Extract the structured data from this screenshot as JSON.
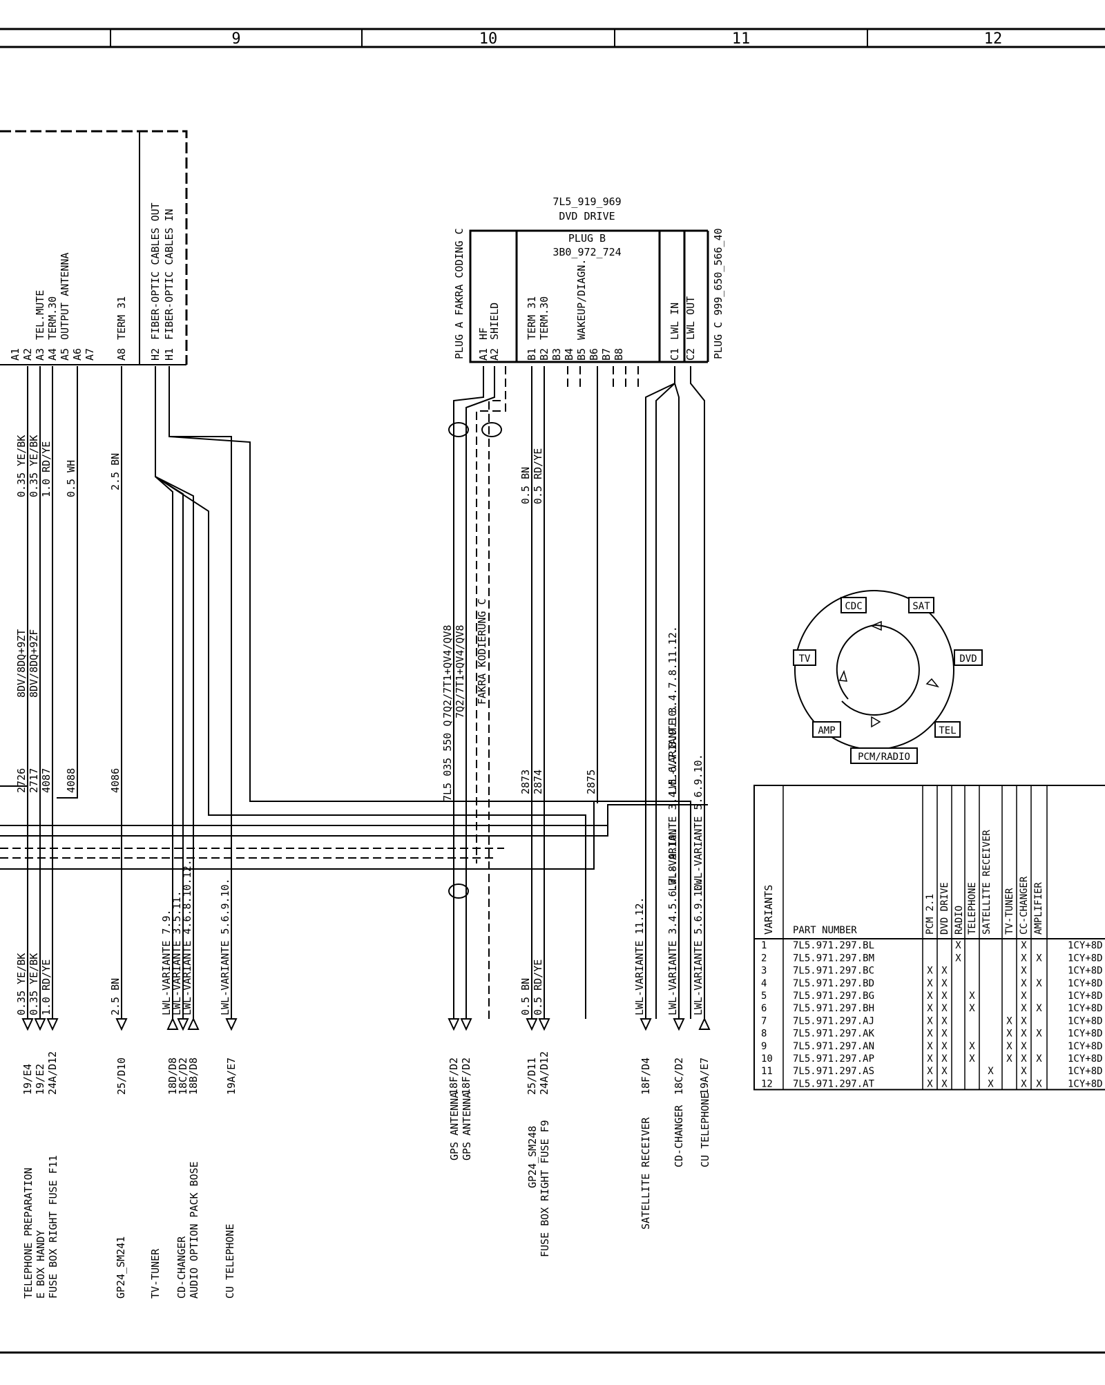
{
  "colors": {
    "ink": "#000000",
    "paper": "#ffffff"
  },
  "grid": {
    "cols": [
      "9",
      "10",
      "11",
      "12"
    ]
  },
  "left_module": {
    "pins": [
      {
        "pin": "A1",
        "label": ""
      },
      {
        "pin": "A2",
        "label": ""
      },
      {
        "pin": "A3",
        "label": "TEL.MUTE"
      },
      {
        "pin": "A4",
        "label": "TERM.30"
      },
      {
        "pin": "A5",
        "label": "OUTPUT  ANTENNA"
      },
      {
        "pin": "A6",
        "label": ""
      },
      {
        "pin": "A7",
        "label": ""
      },
      {
        "pin": "A8",
        "label": "TERM 31"
      }
    ],
    "fiber_pins": [
      {
        "pin": "H2",
        "label": "FIBER-OPTIC CABLES OUT"
      },
      {
        "pin": "H1",
        "label": "FIBER-OPTIC CABLES IN"
      }
    ]
  },
  "left_wires": {
    "upper_labels": [
      "0.35 YE/BK",
      "0.35 YE/BK",
      "1.0 RD/YE",
      "0.5 WH"
    ],
    "term31_upper": "2.5 BN",
    "option_codes": [
      "8DV/8DQ+9ZT",
      "8DV/8DQ+9ZF"
    ],
    "wire_numbers": [
      "2726",
      "2717",
      "4087",
      "4088"
    ],
    "term31_number": "4086",
    "lower_labels": [
      "0.35 YE/BK",
      "0.35 YE/BK",
      "1.0 RD/YE"
    ],
    "term31_lower": "2.5 BN",
    "lwl_variants": [
      "LWL-VARIANTE  7.9.",
      "LWL-VARIANTE  3.5.11.",
      "LWL-VARIANTE  4.6.8.10.12.",
      "LWL-VARIANTE  5.6.9.10."
    ]
  },
  "destinations_left": [
    {
      "ref": "19/E4",
      "name": "TELEPHONE PREPARATION"
    },
    {
      "ref": "19/E2",
      "name": "E BOX HANDY"
    },
    {
      "ref": "24A/D12",
      "name": "FUSE BOX RIGHT FUSE F11"
    },
    {
      "ref": "25/D10",
      "name": "GP24_SM241"
    },
    {
      "ref": "18D/D8",
      "name": "TV-TUNER"
    },
    {
      "ref": "18C/D2",
      "name": "CD-CHANGER"
    },
    {
      "ref": "18B/D8",
      "name": "AUDIO OPTION PACK BOSE"
    },
    {
      "ref": "19A/E7",
      "name": "CU TELEPHONE"
    }
  ],
  "dvd": {
    "part": "7L5_919_969",
    "name": "DVD DRIVE",
    "plug_a_label": "PLUG A  FAKRA  CODING  C",
    "plug_a_pins": [
      {
        "pin": "A1",
        "label": "HF"
      },
      {
        "pin": "A2",
        "label": "SHIELD"
      }
    ],
    "plug_b_title": "PLUG B",
    "plug_b_part": "3B0_972_724",
    "plug_b_pins": [
      {
        "pin": "B1",
        "label": "TERM 31"
      },
      {
        "pin": "B2",
        "label": "TERM.30"
      },
      {
        "pin": "B3",
        "label": ""
      },
      {
        "pin": "B4",
        "label": ""
      },
      {
        "pin": "B5",
        "label": "WAKEUP/DIAGN."
      },
      {
        "pin": "B6",
        "label": ""
      },
      {
        "pin": "B7",
        "label": ""
      },
      {
        "pin": "B8",
        "label": ""
      }
    ],
    "plug_c_label": "PLUG C  999_650_566_40",
    "plug_c_pins": [
      {
        "pin": "C1",
        "label": "LWL IN"
      },
      {
        "pin": "C2",
        "label": "LWL OUT"
      }
    ]
  },
  "dvd_wires": {
    "b_upper_labels": [
      "0.5 BN",
      "0.5 RD/YE"
    ],
    "antenna_part": "7L5_035_550_Q",
    "antenna_codes": [
      "7Q2/7T1+QV4/QV8",
      "7Q2/7T1+QV4/QV8"
    ],
    "fakra": "FAKRA KODIERUNG C",
    "lwl_upper": "LWL-VARIANTE  3.4.7.8.11.12.",
    "wire_numbers": [
      "2873",
      "2874",
      "2875"
    ],
    "b_lower_labels": [
      "0.5 BN",
      "0.5 RD/YE"
    ],
    "lwl_lower": [
      "LWL-VARIANTE  11.12.",
      "LWL-VARIANTE  3.4.5.6.7.8.9.10.",
      "LWL-VARIANTE  5.6.9.10."
    ],
    "lwl_mid": [
      "LWL-VARIANTE  3.4.5.6.7.8.9.10.",
      "LWL-VARIANTE  5.6.9.10."
    ]
  },
  "destinations_right": [
    {
      "ref": "18F/D2",
      "name": "GPS  ANTENNA"
    },
    {
      "ref": "18F/D2",
      "name": "GPS  ANTENNA"
    },
    {
      "ref": "25/D11",
      "name": "GP24_SM248"
    },
    {
      "ref": "24A/D12",
      "name": "FUSE BOX RIGHT FUSE F9"
    },
    {
      "ref": "18F/D4",
      "name": "SATELLITE RECEIVER"
    },
    {
      "ref": "18C/D2",
      "name": "CD-CHANGER"
    },
    {
      "ref": "19A/E7",
      "name": "CU TELEPHONE"
    }
  ],
  "ring": {
    "nodes": [
      "CDC",
      "SAT",
      "DVD",
      "TEL",
      "PCM/RADIO",
      "AMP",
      "TV"
    ]
  },
  "variants_table": {
    "variants_header": "VARIANTS",
    "part_header": "PART NUMBER",
    "columns": [
      "PCM 2.1",
      "DVD DRIVE",
      "RADIO",
      "TELEPHONE",
      "SATELLITE  RECEIVER",
      "TV-TUNER",
      "CC-CHANGER",
      "AMPLIFIER"
    ],
    "rows": [
      {
        "n": "1",
        "part": "7L5.971.297.BL",
        "marks": [
          "",
          "",
          "X",
          "",
          "",
          "",
          "X",
          ""
        ],
        "code": "1CY+8D"
      },
      {
        "n": "2",
        "part": "7L5.971.297.BM",
        "marks": [
          "",
          "",
          "X",
          "",
          "",
          "",
          "X",
          "X"
        ],
        "code": "1CY+8D"
      },
      {
        "n": "3",
        "part": "7L5.971.297.BC",
        "marks": [
          "X",
          "X",
          "",
          "",
          "",
          "",
          "X",
          ""
        ],
        "code": "1CY+8D"
      },
      {
        "n": "4",
        "part": "7L5.971.297.BD",
        "marks": [
          "X",
          "X",
          "",
          "",
          "",
          "",
          "X",
          "X"
        ],
        "code": "1CY+8D"
      },
      {
        "n": "5",
        "part": "7L5.971.297.BG",
        "marks": [
          "X",
          "X",
          "",
          "X",
          "",
          "",
          "X",
          ""
        ],
        "code": "1CY+8D"
      },
      {
        "n": "6",
        "part": "7L5.971.297.BH",
        "marks": [
          "X",
          "X",
          "",
          "X",
          "",
          "",
          "X",
          "X"
        ],
        "code": "1CY+8D"
      },
      {
        "n": "7",
        "part": "7L5.971.297.AJ",
        "marks": [
          "X",
          "X",
          "",
          "",
          "",
          "X",
          "X",
          ""
        ],
        "code": "1CY+8D"
      },
      {
        "n": "8",
        "part": "7L5.971.297.AK",
        "marks": [
          "X",
          "X",
          "",
          "",
          "",
          "X",
          "X",
          "X"
        ],
        "code": "1CY+8D"
      },
      {
        "n": "9",
        "part": "7L5.971.297.AN",
        "marks": [
          "X",
          "X",
          "",
          "X",
          "",
          "X",
          "X",
          ""
        ],
        "code": "1CY+8D"
      },
      {
        "n": "10",
        "part": "7L5.971.297.AP",
        "marks": [
          "X",
          "X",
          "",
          "X",
          "",
          "X",
          "X",
          "X"
        ],
        "code": "1CY+8D"
      },
      {
        "n": "11",
        "part": "7L5.971.297.AS",
        "marks": [
          "X",
          "X",
          "",
          "",
          "X",
          "",
          "X",
          ""
        ],
        "code": "1CY+8D"
      },
      {
        "n": "12",
        "part": "7L5.971.297.AT",
        "marks": [
          "X",
          "X",
          "",
          "",
          "X",
          "",
          "X",
          "X"
        ],
        "code": "1CY+8D"
      }
    ]
  }
}
